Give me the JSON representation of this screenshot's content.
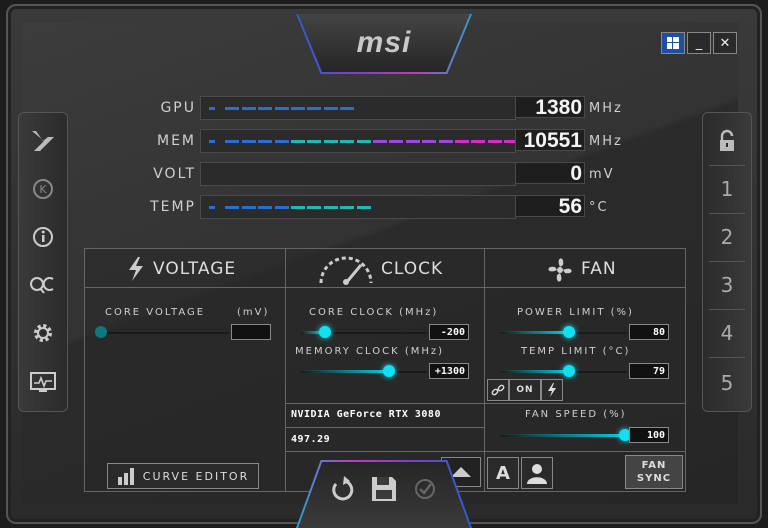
{
  "window": {
    "logo": "msi",
    "buttons": [
      {
        "name": "windows-icon"
      },
      {
        "label": "_",
        "name": "minimize"
      },
      {
        "label": "✕",
        "name": "close"
      }
    ]
  },
  "sidebar_left": {
    "icons": [
      "msi-dragon-icon",
      "kombustor-icon",
      "info-icon",
      "oc-scanner-icon",
      "settings-icon",
      "monitor-icon"
    ]
  },
  "sidebar_right": {
    "lock_icon": "unlock-icon",
    "profiles": [
      "1",
      "2",
      "3",
      "4",
      "5"
    ]
  },
  "monitor": [
    {
      "label": "GPU",
      "value": "1380",
      "unit": "MHz",
      "fill": 0.48,
      "colors": [
        "#2a6fd0"
      ]
    },
    {
      "label": "MEM",
      "value": "10551",
      "unit": "MHz",
      "fill": 1.0,
      "colors": [
        "#2a6fd0",
        "#20b8b0",
        "#9a4ad8",
        "#d030c8"
      ]
    },
    {
      "label": "VOLT",
      "value": "0",
      "unit": "mV",
      "fill": 0,
      "colors": [
        "#2a6fd0"
      ]
    },
    {
      "label": "TEMP",
      "value": "56",
      "unit": "°C",
      "fill": 0.5,
      "colors": [
        "#2a6fd0",
        "#20b8b0"
      ]
    }
  ],
  "voltage": {
    "title": "VOLTAGE",
    "core_voltage_label": "CORE VOLTAGE",
    "core_voltage_unit": "(mV)",
    "core_voltage_value": "",
    "curve_editor": "CURVE EDITOR"
  },
  "clock": {
    "title": "CLOCK",
    "core_clock_label": "CORE CLOCK (MHz)",
    "core_clock_value": "-200",
    "core_clock_pos": 0.0,
    "memory_clock_label": "MEMORY CLOCK (MHz)",
    "memory_clock_value": "+1300",
    "memory_clock_pos": 0.7,
    "gpu_name": "NVIDIA GeForce RTX 3080",
    "driver": "497.29"
  },
  "fan": {
    "title": "FAN",
    "power_limit_label": "POWER LIMIT (%)",
    "power_limit_value": "80",
    "temp_limit_label": "TEMP LIMIT (°C)",
    "temp_limit_value": "79",
    "on_label": "ON",
    "fan_speed_label": "FAN SPEED (%)",
    "fan_speed_value": "100",
    "fan_sync": [
      "FAN",
      "SYNC"
    ]
  },
  "bottom": {
    "icons": [
      "reset-icon",
      "save-icon",
      "apply-icon"
    ]
  },
  "colors": {
    "accent": "#10e0f0",
    "bar_blue": "#2a6fd0"
  }
}
